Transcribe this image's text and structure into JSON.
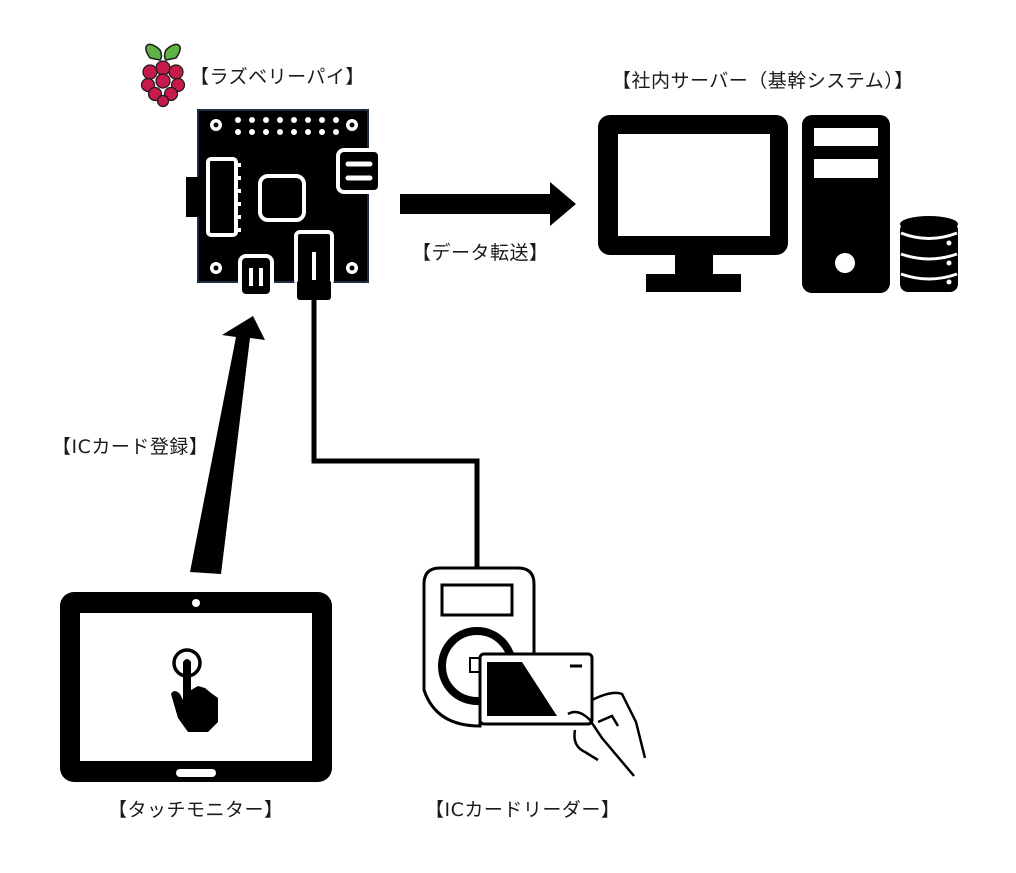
{
  "diagram": {
    "nodes": {
      "raspberry_pi": {
        "label": "【ラズベリーパイ】",
        "icon": "raspberry-pi-board-icon",
        "logo": "raspberry-logo-icon"
      },
      "server": {
        "label": "【社内サーバー（基幹システム）】",
        "icon": "desktop-computer-icon",
        "extra_icons": [
          "tower-pc-icon",
          "database-icon"
        ]
      },
      "touch_monitor": {
        "label": "【タッチモニター】",
        "icon": "tablet-touch-icon"
      },
      "card_reader": {
        "label": "【ICカードリーダー】",
        "icon": "ic-card-reader-icon"
      }
    },
    "edges": [
      {
        "from": "raspberry_pi",
        "to": "server",
        "label": "【データ転送】",
        "type": "arrow"
      },
      {
        "from": "touch_monitor",
        "to": "raspberry_pi",
        "label": "【ICカード登録】",
        "type": "arrow"
      },
      {
        "from": "card_reader",
        "to": "raspberry_pi",
        "label": "",
        "type": "cable"
      }
    ],
    "colors": {
      "ink": "#000000",
      "board_edge": "#1f2a44",
      "raspberry_red": "#c51a4a",
      "leaf_green": "#5fb346"
    }
  }
}
